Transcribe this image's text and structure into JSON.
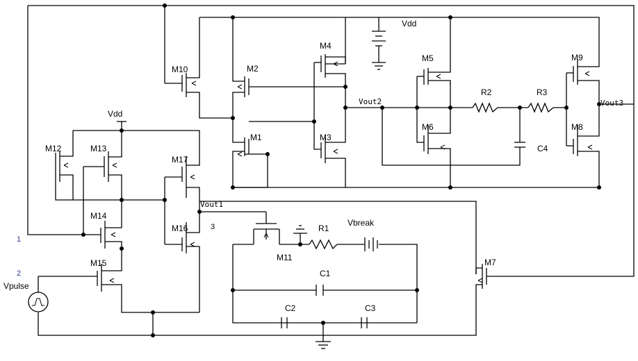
{
  "labels": {
    "vdd_top": "Vdd",
    "vdd_left": "Vdd",
    "m1": "M1",
    "m2": "M2",
    "m3": "M3",
    "m4": "M4",
    "m5": "M5",
    "m6": "M6",
    "m7": "M7",
    "m8": "M8",
    "m9": "M9",
    "m10": "M10",
    "m11": "M11",
    "m12": "M12",
    "m13": "M13",
    "m14": "M14",
    "m15": "M15",
    "m16": "M16",
    "m17": "M17",
    "r1": "R1",
    "r2": "R2",
    "r3": "R3",
    "c1": "C1",
    "c2": "C2",
    "c3": "C3",
    "c4": "C4",
    "vbreak": "Vbreak",
    "vpulse": "Vpulse",
    "vout1": "Vout1",
    "vout2": "Vout2",
    "vout3": "Vout3",
    "node1": "1",
    "node2": "2",
    "node3": "3"
  }
}
